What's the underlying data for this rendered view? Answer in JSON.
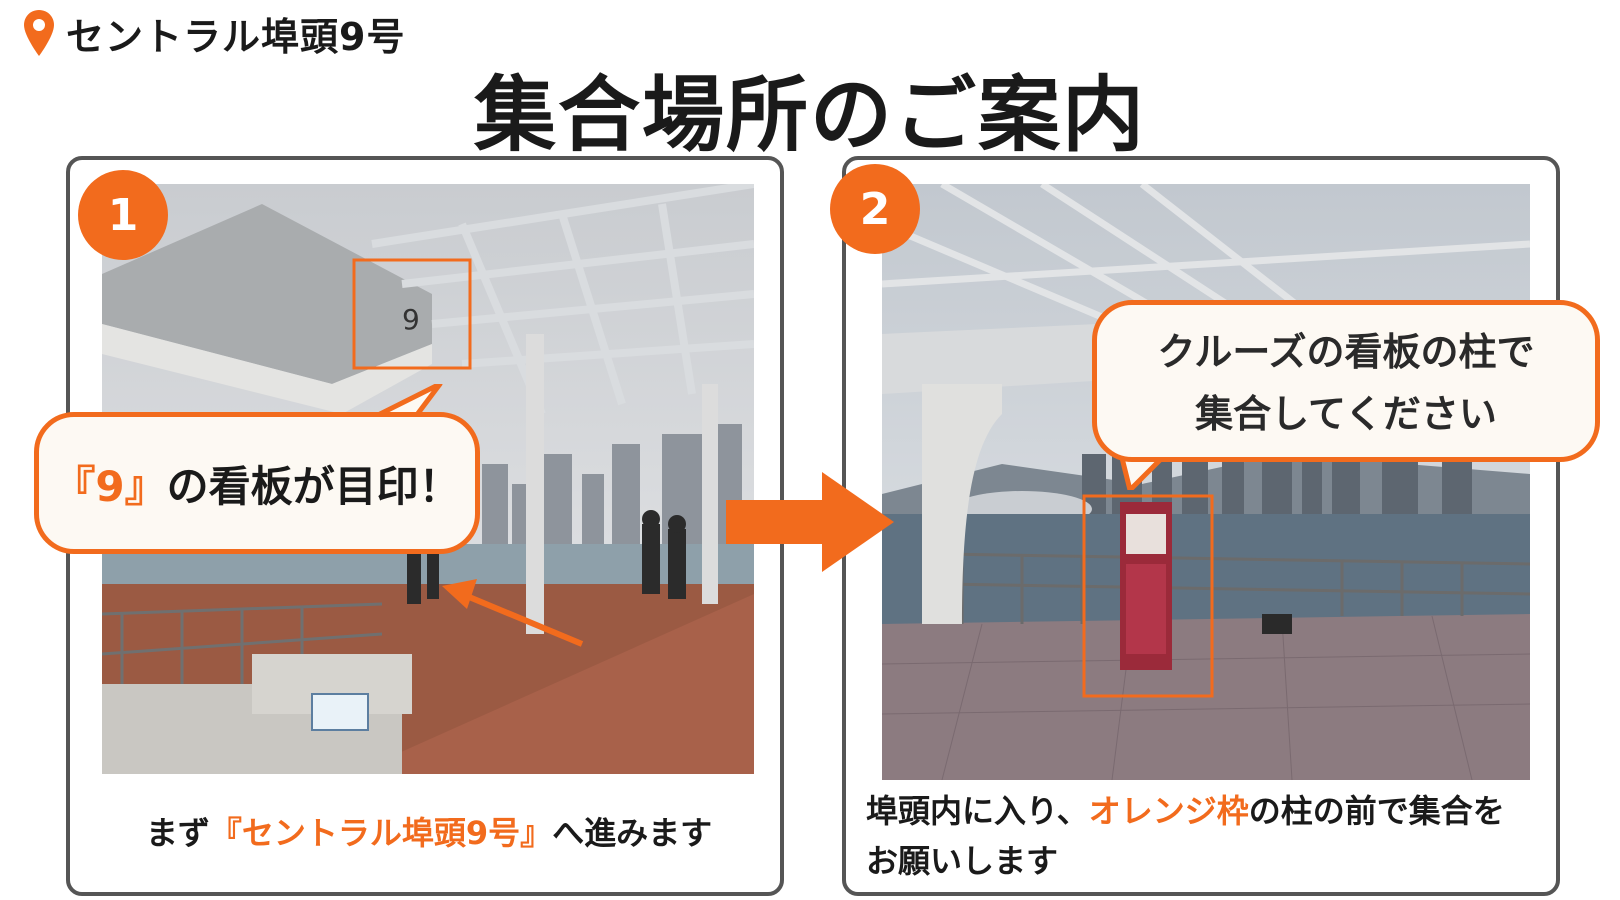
{
  "header": {
    "location": "セントラル埠頭9号",
    "location_icon": "map-pin-icon",
    "title": "集合場所のご案内"
  },
  "accent_color": "#f26b1d",
  "step1": {
    "number": "1",
    "callout_mark": "『9』",
    "callout_rest": "の看板が目印！",
    "sign_number": "9",
    "caption_pre": "まず",
    "caption_highlight": "『セントラル埠頭9号』",
    "caption_post": "へ進みます"
  },
  "step2": {
    "number": "2",
    "callout_line1": "クルーズの看板の柱で",
    "callout_line2": "集合してください",
    "caption_pre": "埠頭内に入り、",
    "caption_highlight": "オレンジ枠",
    "caption_post": "の柱の前で集合をお願いします"
  }
}
